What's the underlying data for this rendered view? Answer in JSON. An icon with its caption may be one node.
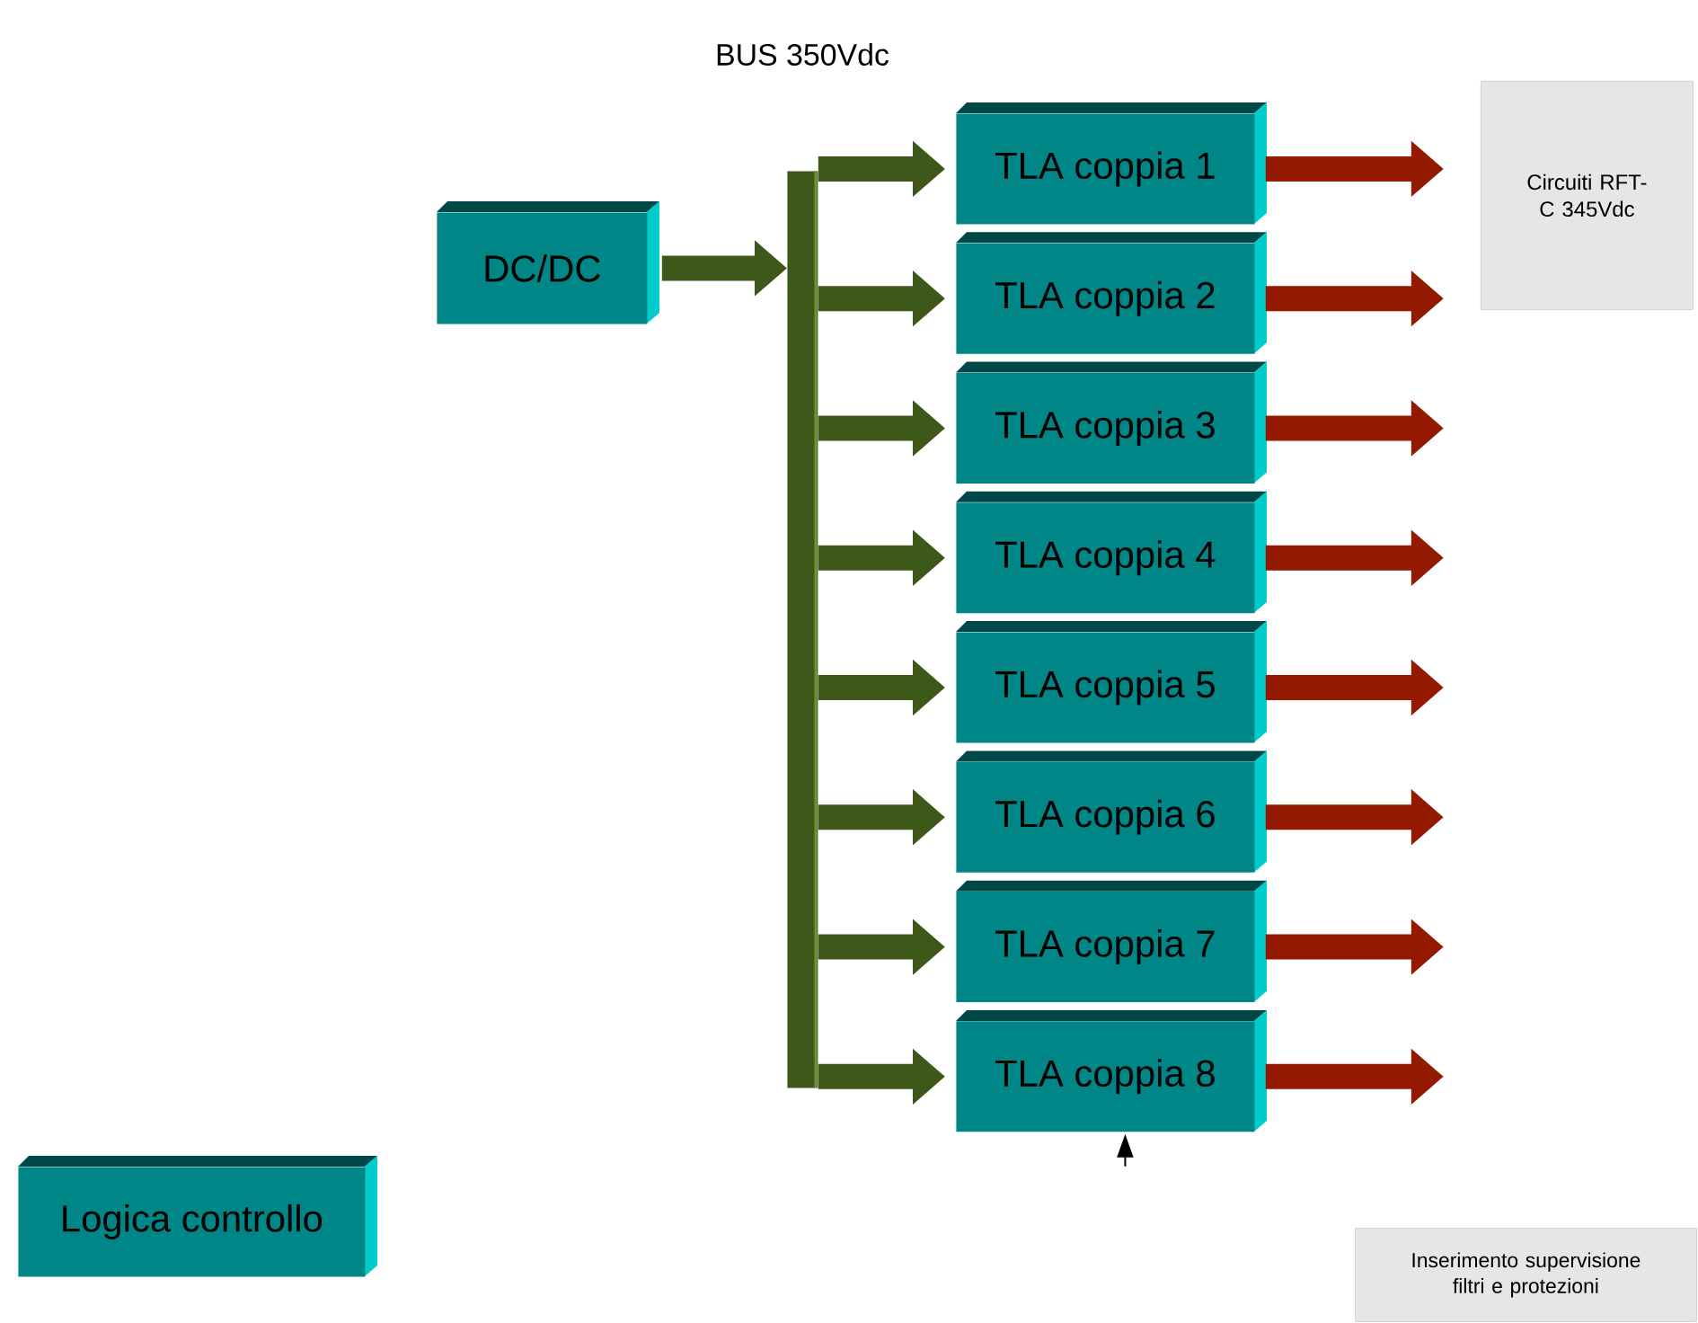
{
  "diagram": {
    "nodes": [
      {
        "text": [
          "DC/DC"
        ]
      },
      {
        "text": [],
        "shape": "bar",
        "beside": [
          "BUS 350Vdc"
        ]
      },
      {
        "text": [
          "TLA coppia 1"
        ]
      },
      {
        "text": [
          "TLA coppia 2"
        ]
      },
      {
        "text": [
          "TLA coppia 3"
        ]
      },
      {
        "text": [
          "TLA coppia 4"
        ]
      },
      {
        "text": [
          "TLA coppia 5"
        ]
      },
      {
        "text": [
          "TLA coppia 6"
        ]
      },
      {
        "text": [
          "TLA coppia 7"
        ]
      },
      {
        "text": [
          "TLA coppia 8"
        ]
      },
      {
        "text": [
          "Circuiti RFT-C 345Vdc"
        ]
      },
      {
        "text": [
          "Logica controllo"
        ]
      },
      {
        "text": [
          "Inserimento supervisione filtri e protezioni"
        ]
      }
    ],
    "edges": [
      {
        "from": 0,
        "to": 1,
        "arrow": "to"
      },
      {
        "from": 1,
        "to": 2,
        "arrow": "to"
      },
      {
        "from": 1,
        "to": 3,
        "arrow": "to"
      },
      {
        "from": 1,
        "to": 4,
        "arrow": "to"
      },
      {
        "from": 1,
        "to": 5,
        "arrow": "to"
      },
      {
        "from": 1,
        "to": 6,
        "arrow": "to"
      },
      {
        "from": 1,
        "to": 7,
        "arrow": "to"
      },
      {
        "from": 1,
        "to": 8,
        "arrow": "to"
      },
      {
        "from": 1,
        "to": 9,
        "arrow": "to"
      },
      {
        "from": 2,
        "to": null,
        "arrow": "to",
        "color": "#931a00"
      },
      {
        "from": 3,
        "to": null,
        "arrow": "to",
        "color": "#931a00"
      },
      {
        "from": 4,
        "to": null,
        "arrow": "to",
        "color": "#931a00"
      },
      {
        "from": 5,
        "to": null,
        "arrow": "to",
        "color": "#931a00"
      },
      {
        "from": 6,
        "to": null,
        "arrow": "to",
        "color": "#931a00"
      },
      {
        "from": 7,
        "to": null,
        "arrow": "to",
        "color": "#931a00"
      },
      {
        "from": 8,
        "to": null,
        "arrow": "to",
        "color": "#931a00"
      },
      {
        "from": 9,
        "to": null,
        "arrow": "to",
        "color": "#931a00"
      },
      {
        "from": null,
        "to": 9,
        "arrow": "to",
        "color": "#000000"
      }
    ]
  }
}
